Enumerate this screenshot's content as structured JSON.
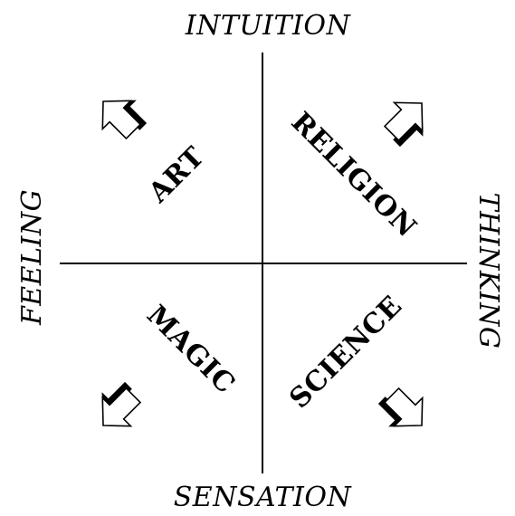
{
  "axes": {
    "top": "INTUITION",
    "bottom": "SENSATION",
    "left": "FEELING",
    "right": "THINKING"
  },
  "quadrants": {
    "top_left": "ART",
    "top_right": "RELIGION",
    "bottom_left": "MAGIC",
    "bottom_right": "SCIENCE"
  },
  "arrows": {
    "icon": "block-arrow-icon",
    "directions": [
      "up-left",
      "up-right",
      "down-left",
      "down-right"
    ]
  }
}
